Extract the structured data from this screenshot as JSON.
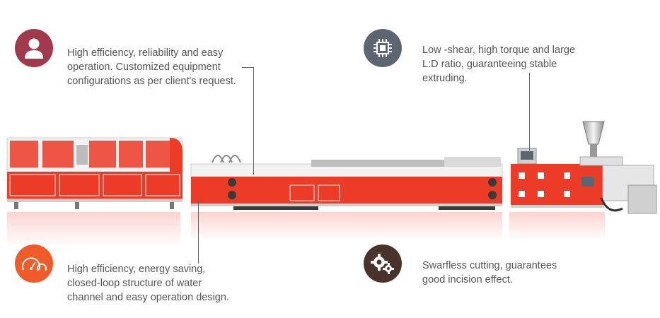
{
  "features": {
    "top_left": {
      "icon": "user-icon",
      "color": "#a23a4e",
      "lines": [
        "High efficiency, reliability and easy",
        "operation. Customized equipment",
        "configurations as per client's request."
      ]
    },
    "top_right": {
      "icon": "chip-icon",
      "color": "#5d6670",
      "lines": [
        "Low -shear, high torque and large",
        "L:D ratio, guaranteeing stable",
        "extruding."
      ]
    },
    "bottom_left": {
      "icon": "speedometer-icon",
      "color": "#f15a29",
      "lines": [
        "High efficiency, energy saving,",
        "closed-loop structure of water",
        "channel and easy operation design."
      ]
    },
    "bottom_right": {
      "icon": "gears-icon",
      "color": "#4a332b",
      "lines": [
        "Swarfless cutting, guarantees",
        "good incision effect."
      ]
    }
  },
  "colors": {
    "machine_red": "#ec3b26",
    "machine_white": "#f2f2f2",
    "machine_dark": "#3a3a3a"
  }
}
